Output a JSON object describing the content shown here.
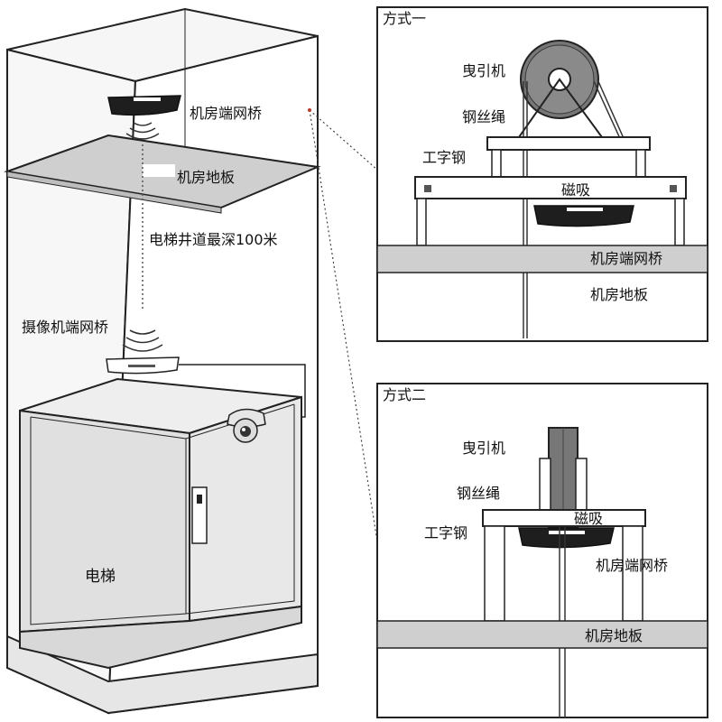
{
  "shaft": {
    "bridge_top_label": "机房端网桥",
    "floor_label": "机房地板",
    "depth_label": "电梯井道最深100米",
    "camera_bridge_label": "摄像机端网桥",
    "elevator_label": "电梯"
  },
  "method1": {
    "title": "方式一",
    "traction_label": "曳引机",
    "rope_label": "钢丝绳",
    "ibeam_label": "工字钢",
    "magnet_label": "磁吸",
    "bridge_label": "机房端网桥",
    "floor_label": "机房地板"
  },
  "method2": {
    "title": "方式二",
    "traction_label": "曳引机",
    "rope_label": "钢丝绳",
    "ibeam_label": "工字钢",
    "magnet_label": "磁吸",
    "bridge_label": "机房端网桥",
    "floor_label": "机房地板"
  },
  "colors": {
    "line": "#222222",
    "wall_fill": "#f2f2f2",
    "floor_fill": "#cfcfcf",
    "device_fill": "#1e1e1e"
  }
}
